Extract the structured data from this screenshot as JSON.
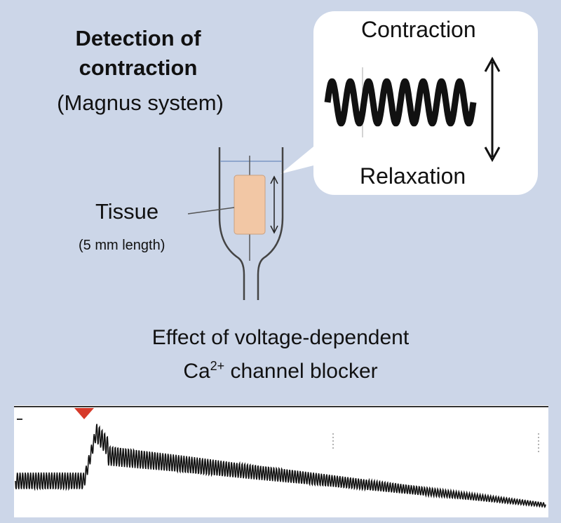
{
  "title": "Detection of contraction",
  "subtitle": "(Magnus system)",
  "callout": {
    "top_label": "Contraction",
    "bottom_label": "Relaxation"
  },
  "tissue": {
    "label": "Tissue",
    "sublabel": "(5 mm length)",
    "color": "#f2c7a5"
  },
  "effect": {
    "line1": "Effect of voltage-dependent",
    "line2_prefix": "Ca",
    "line2_sup": "2+",
    "line2_suffix": " channel blocker"
  },
  "colors": {
    "background": "#ccd6e8",
    "marker": "#d63a2a",
    "trace": "#111111"
  },
  "icons": [
    "down-triangle-marker-icon",
    "double-headed-arrow-icon"
  ]
}
